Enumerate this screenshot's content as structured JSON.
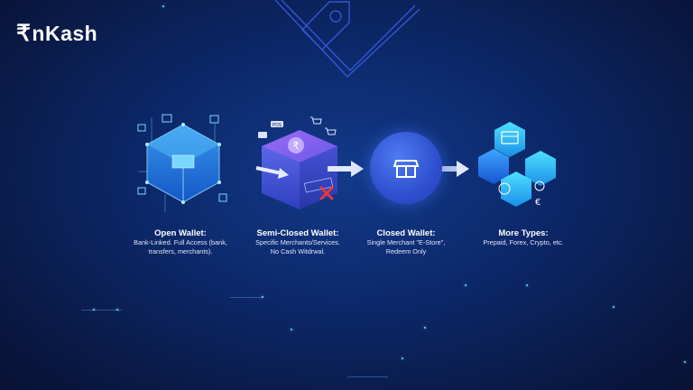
{
  "brand": {
    "logo_mark": "₹",
    "logo_text": "nKash"
  },
  "wallet_types": [
    {
      "title": "Open Wallet:",
      "desc_line1": "Bank-Linked. Full Access (bank,",
      "desc_line2": "transfers, merchants).",
      "icon": "hexagonal-network-cube-icon"
    },
    {
      "title": "Semi-Closed Wallet:",
      "desc_line1": "Specific Merchants/Services.",
      "desc_line2": "No Cash Witdrwal.",
      "icon": "purple-cube-rupee-icon",
      "labels": {
        "pds": "PDS",
        "rupee": "₹"
      }
    },
    {
      "title": "Closed Wallet:",
      "desc_line1": "Single Merchant \"E-Store\",",
      "desc_line2": "Redeem Only",
      "icon": "store-circle-icon"
    },
    {
      "title": "More Types:",
      "desc_line1": "Prepaid, Forex, Crypto, etc.",
      "desc_line2": "",
      "icon": "hexagon-cluster-icon",
      "labels": {
        "euro": "€"
      }
    }
  ],
  "colors": {
    "background": "#0d2a6e",
    "accent_cyan": "#37b6ff",
    "accent_purple": "#7a5cf0",
    "cross_red": "#e53935",
    "circle_blue": "#3158d8"
  }
}
